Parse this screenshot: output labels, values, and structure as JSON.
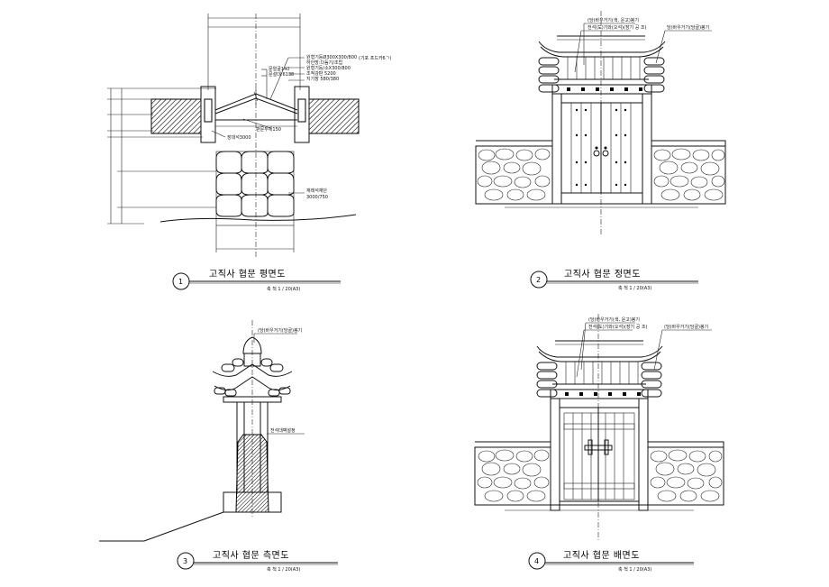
{
  "drawings": [
    {
      "number": "1",
      "title": "고직사 협문 평면도",
      "scale": "축 척   1 / 20(A3)",
      "notes": [
        "원형기둥Ø300X300/800",
        "하인방:다듬기/조립",
        "원형기둥/소X300/800",
        "조적강판 5200",
        "지기장 580/380",
        "문얼굴140",
        "문설대:6138",
        "(기포 프드카6ㄱ)",
        "판문두께150",
        "장대석3000",
        "재래석재단",
        "3000/750"
      ]
    },
    {
      "number": "2",
      "title": "고직사 협문 정면도",
      "scale": "축 척   1 / 20(A3)",
      "notes": [
        "(당)바우거기(색, 운고)봉기",
        "전석(도)기와(오석)(장기 공 조)",
        "당)바우거기(당골)봉기"
      ]
    },
    {
      "number": "3",
      "title": "고직사 협문 측면도",
      "scale": "축 척   1 / 20(A3)",
      "notes": [
        "(당)바우거기(당골)봉기",
        "전석대벽설정"
      ]
    },
    {
      "number": "4",
      "title": "고직사 협문 배면도",
      "scale": "축 척   1 / 20(A3)",
      "notes": [
        "(당)바우거기(색, 운고)봉기",
        "전석(도)기와(오석)(장기 공 조)",
        "(당)바우거기(당골)봉기"
      ]
    }
  ]
}
